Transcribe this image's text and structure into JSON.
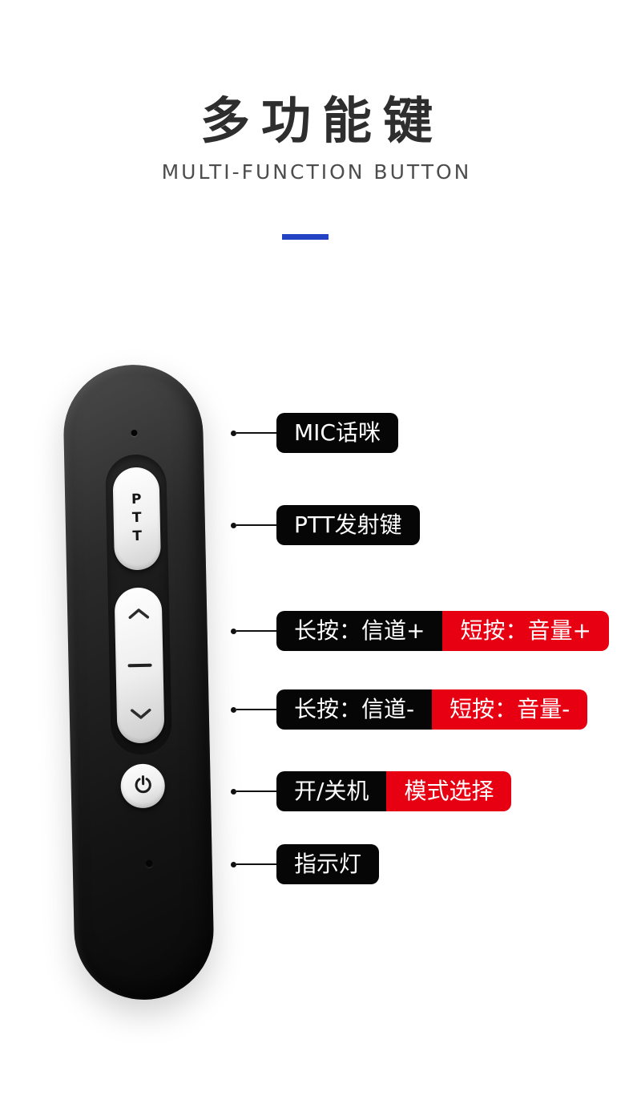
{
  "header": {
    "title": "多功能键",
    "subtitle": "MULTI-FUNCTION BUTTON"
  },
  "device": {
    "ptt": "PTT"
  },
  "callouts": [
    {
      "type": "single",
      "label": "MIC话咪"
    },
    {
      "type": "single",
      "label": "PTT发射键"
    },
    {
      "type": "dual",
      "black": "长按：信道+",
      "red": "短按：音量+"
    },
    {
      "type": "dual",
      "black": "长按：信道-",
      "red": "短按：音量-"
    },
    {
      "type": "dual",
      "black": "开/关机",
      "red": "模式选择"
    },
    {
      "type": "single",
      "label": "指示灯"
    }
  ],
  "colors": {
    "accent_blue": "#2443c4",
    "label_black": "#060606",
    "label_red": "#e60012"
  }
}
